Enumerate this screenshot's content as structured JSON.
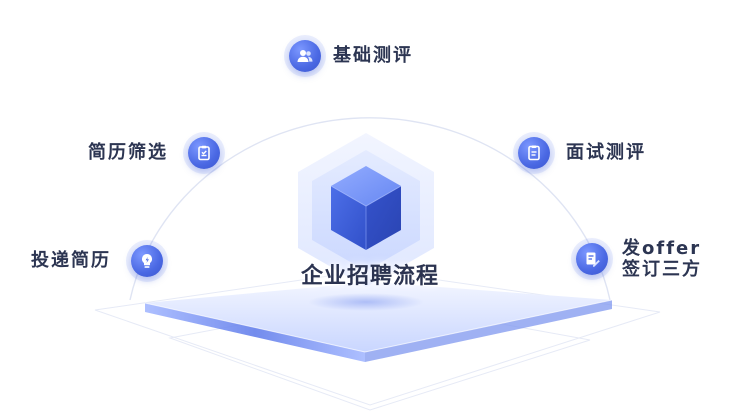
{
  "center": {
    "title": "企业招聘流程"
  },
  "nodes": [
    {
      "label": "基础测评",
      "icon": "user-group-icon"
    },
    {
      "label": "面试测评",
      "icon": "document-icon"
    },
    {
      "label_line1": "发offer",
      "label_line2": "签订三方",
      "icon": "signed-document-icon"
    },
    {
      "label": "简历筛选",
      "icon": "clipboard-icon"
    },
    {
      "label": "投递简历",
      "icon": "lightbulb-icon"
    }
  ],
  "colors": {
    "accent": "#4a68e3",
    "accent_light": "#7c98ff",
    "text": "#2c3552",
    "cube_front": "#3f5fd6",
    "cube_top": "#6d8cf3",
    "platform": "#dde6ff"
  }
}
